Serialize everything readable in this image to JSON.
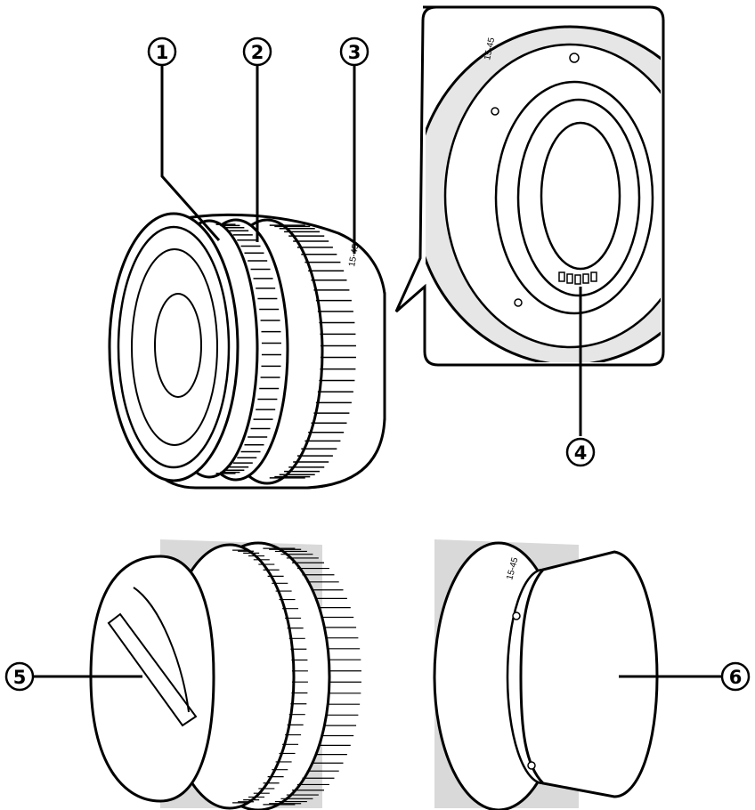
{
  "callouts": [
    {
      "id": "1",
      "label": "1"
    },
    {
      "id": "2",
      "label": "2"
    },
    {
      "id": "3",
      "label": "3"
    },
    {
      "id": "4",
      "label": "4"
    },
    {
      "id": "5",
      "label": "5"
    },
    {
      "id": "6",
      "label": "6"
    }
  ],
  "lens": {
    "focal_marking": "15-45"
  },
  "colors": {
    "stroke": "#000000",
    "fill": "#ffffff",
    "shade": "#d9d9d9"
  }
}
